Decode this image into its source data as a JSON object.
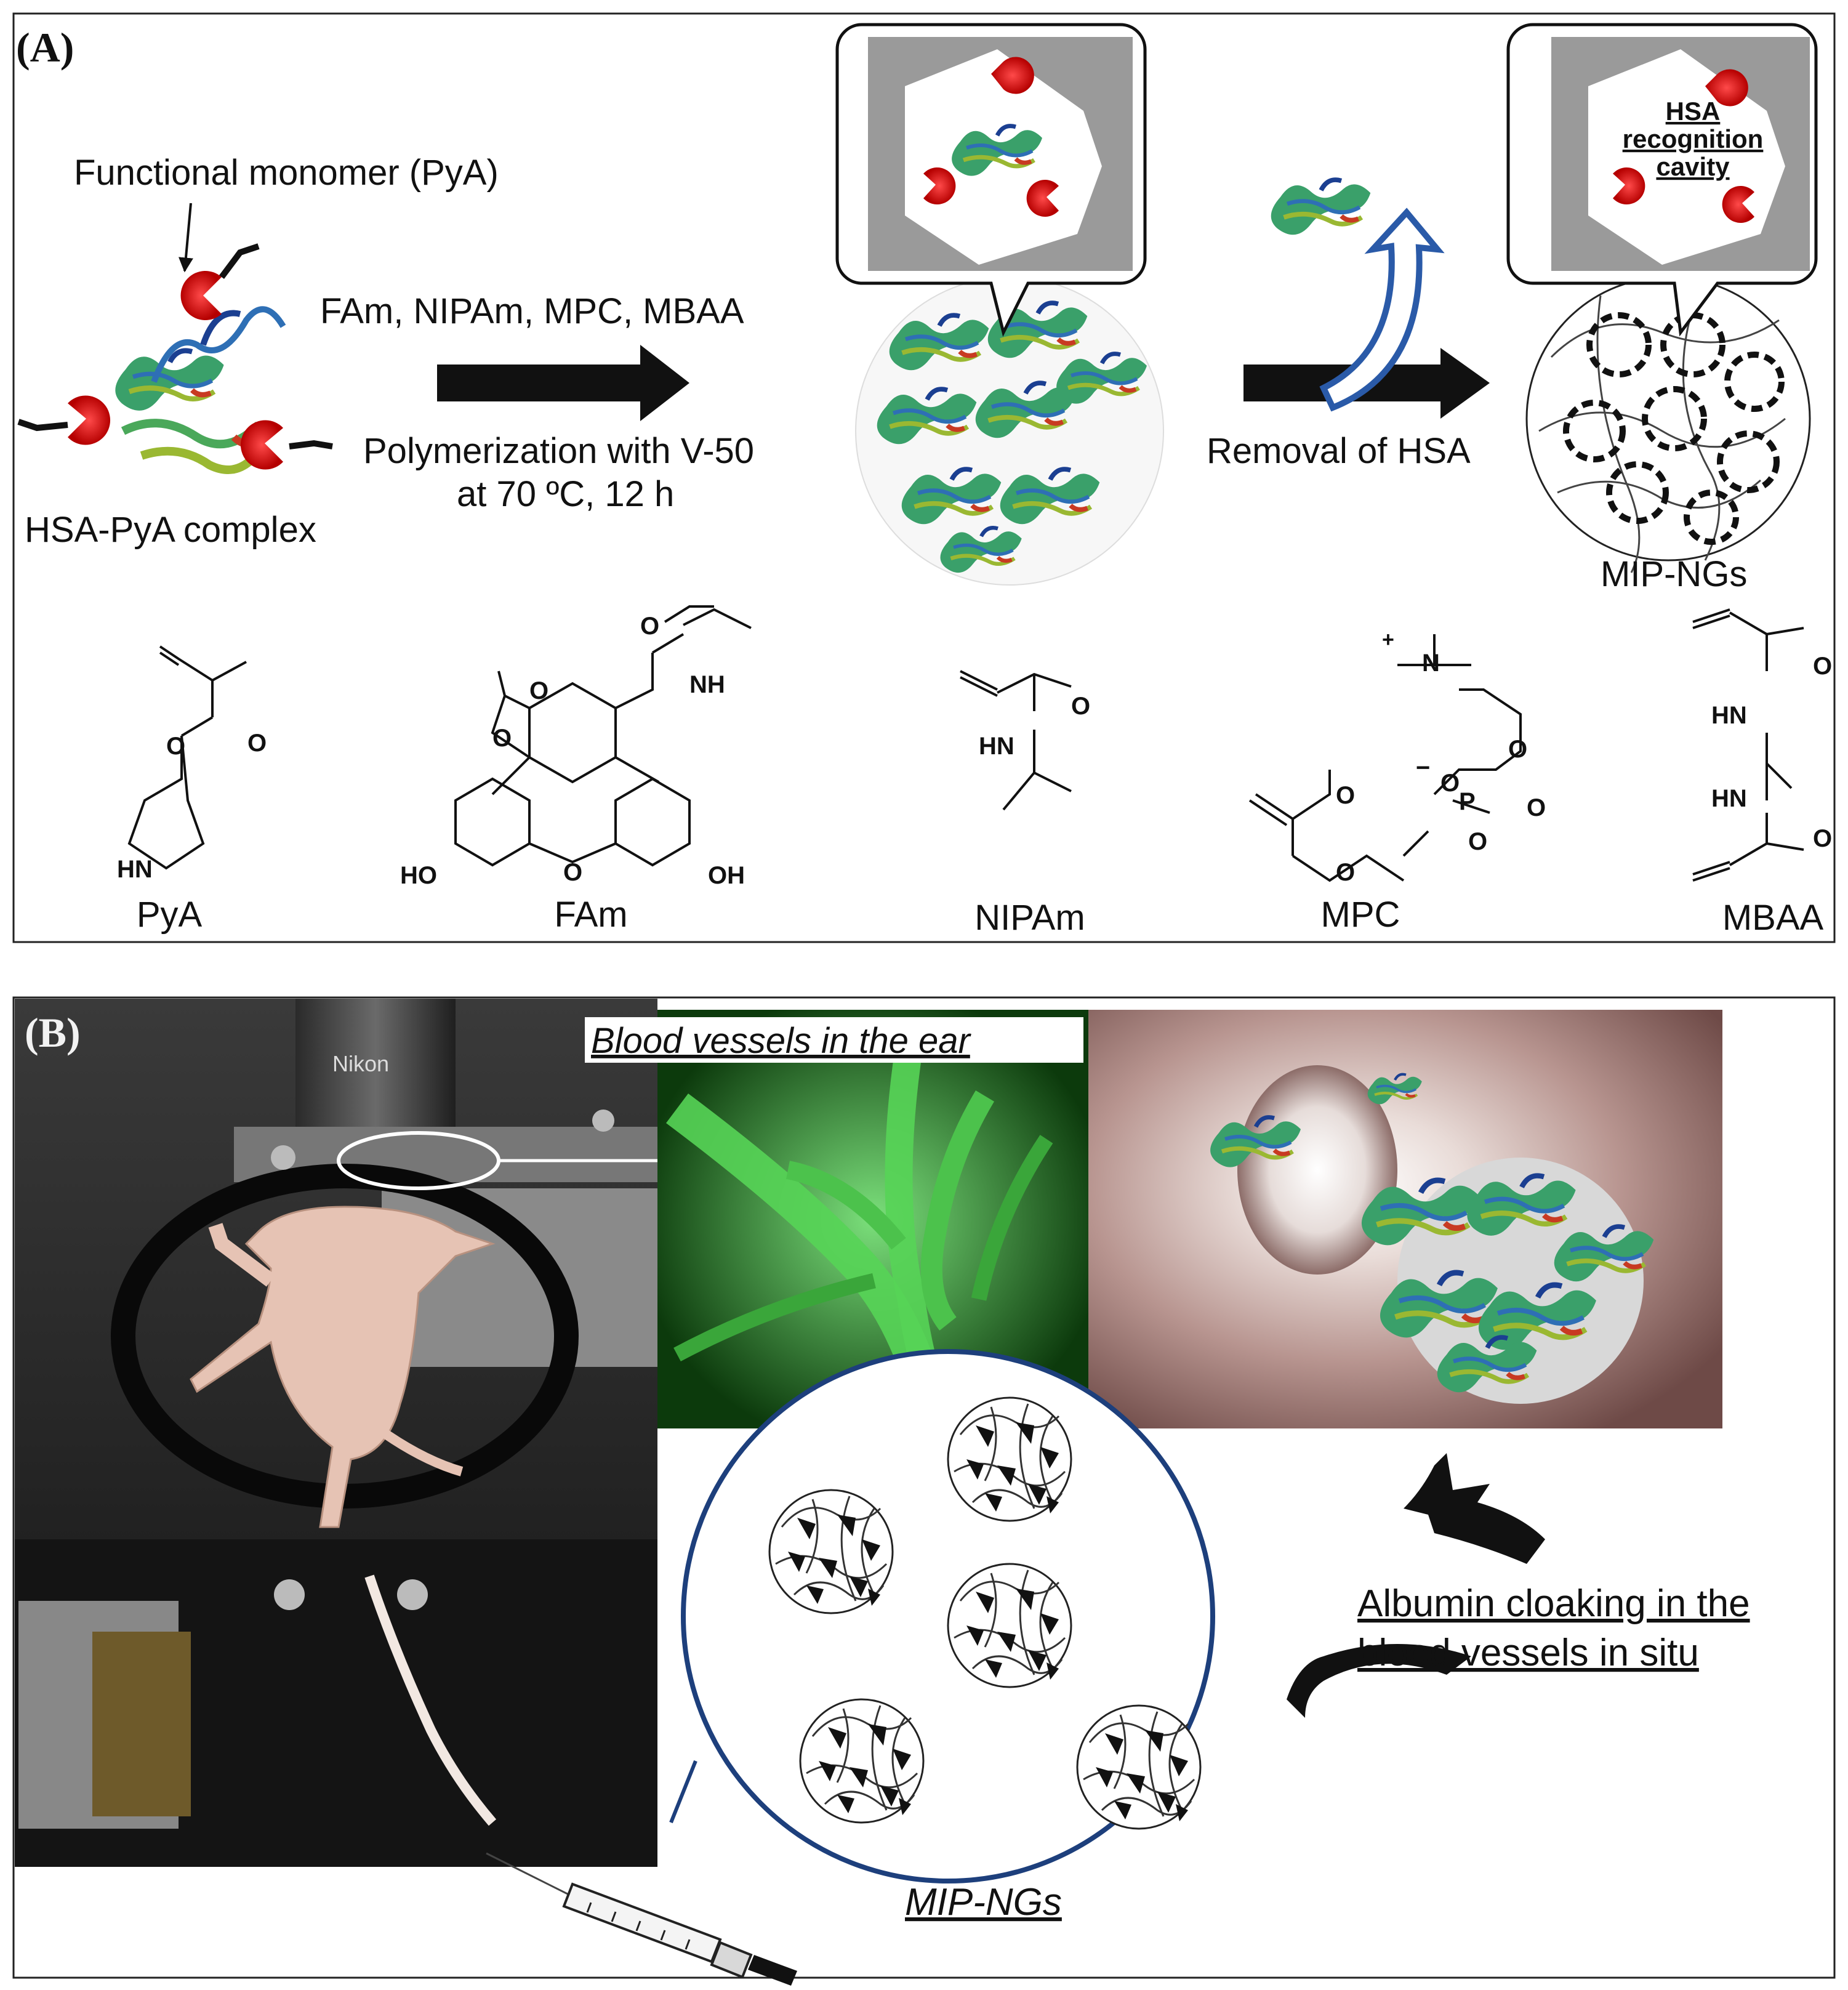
{
  "panel_a": {
    "label": "(A)",
    "functional_monomer": "Functional monomer (PyA)",
    "complex_label": "HSA-PyA complex",
    "reagents": "FAm, NIPAm, MPC, MBAA",
    "conditions_line1": "Polymerization with V-50",
    "conditions_line2": "at 70 ºC, 12 h",
    "removal": "Removal of HSA",
    "product": "MIP-NGs",
    "cavity_line1": "HSA",
    "cavity_line2": "recognition",
    "cavity_line3": "cavity",
    "structures": [
      {
        "name": "PyA"
      },
      {
        "name": "FAm"
      },
      {
        "name": "NIPAm"
      },
      {
        "name": "MPC"
      },
      {
        "name": "MBAA"
      }
    ],
    "atoms": {
      "o": "O",
      "hn": "HN",
      "nh": "NH",
      "ho": "HO",
      "oh": "OH",
      "n": "N",
      "p": "P",
      "plus": "+",
      "minus": "−"
    }
  },
  "panel_b": {
    "label": "(B)",
    "vessel_caption": "Blood vessels in the ear",
    "cloak_line1": "Albumin cloaking in the",
    "cloak_line2": "blood vessels in situ",
    "nanogel_label": "MIP-NGs",
    "lens_brand": "Nikon"
  },
  "colors": {
    "arrow": "#111111",
    "blue_arrow": "#2a5aa8",
    "bubble_gray": "#9a9a9a",
    "circle_border": "#1d3f7c",
    "fluorescence": "#3bb53b",
    "vessel_wall": "#b8918d",
    "monomer_red": "#d81e1e"
  }
}
